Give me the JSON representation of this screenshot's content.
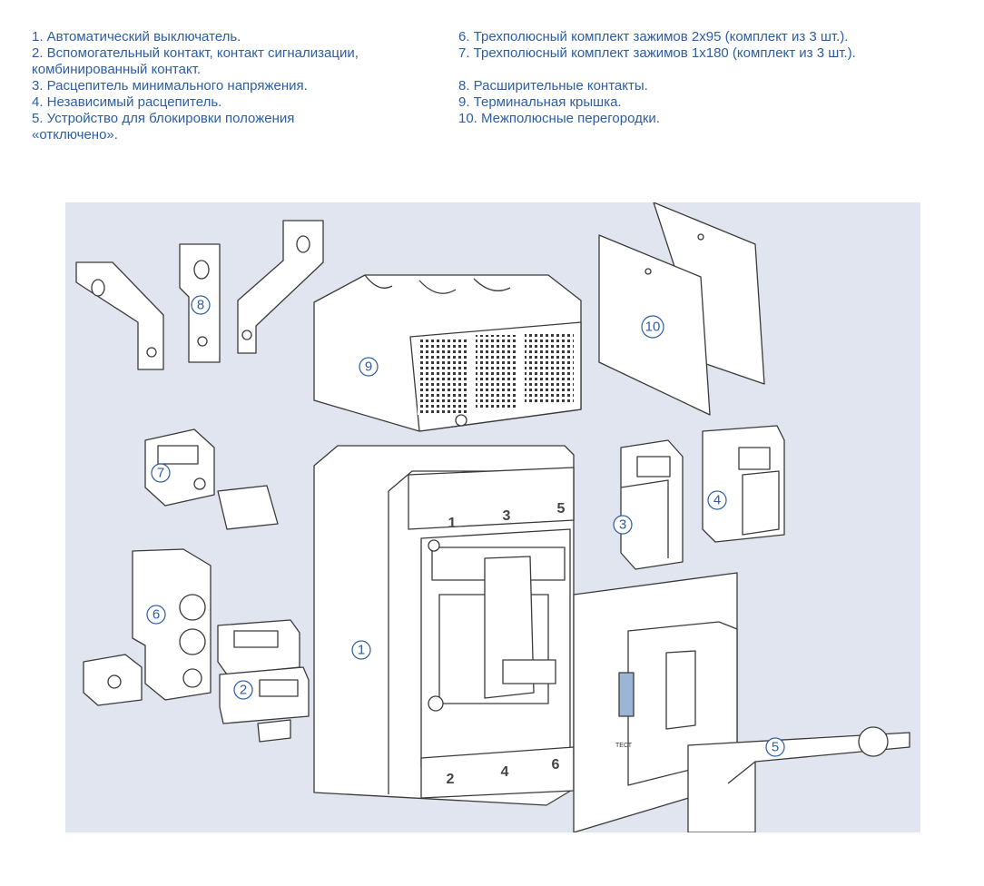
{
  "legend": {
    "left": [
      "1. Автоматический выключатель.",
      "2. Вспомогательный контакт, контакт сигнализации,",
      "комбинированный контакт.",
      "3. Расцепитель минимального напряжения.",
      "4. Независимый расцепитель.",
      "5. Устройство для блокировки положения",
      "«отключено»."
    ],
    "right": [
      "6. Трехполюсный комплект зажимов 2x95 (комплект из 3 шт.).",
      "7. Трехполюсный комплект зажимов 1x180 (комплект из 3 шт.).",
      "",
      "8. Расширительные контакты.",
      " 9. Терминальная крышка.",
      "10. Межполюсные перегородки."
    ]
  },
  "callouts": [
    "1",
    "2",
    "3",
    "4",
    "5",
    "6",
    "7",
    "8",
    "9",
    "10"
  ],
  "pole_marks": [
    "1",
    "3",
    "5",
    "2",
    "4",
    "6"
  ],
  "device_label": "ТЕСТ",
  "colors": {
    "text": "#2d5ea3",
    "background": "#e1e5ef",
    "part": "#ffffff",
    "outline": "#3a3a3a"
  }
}
